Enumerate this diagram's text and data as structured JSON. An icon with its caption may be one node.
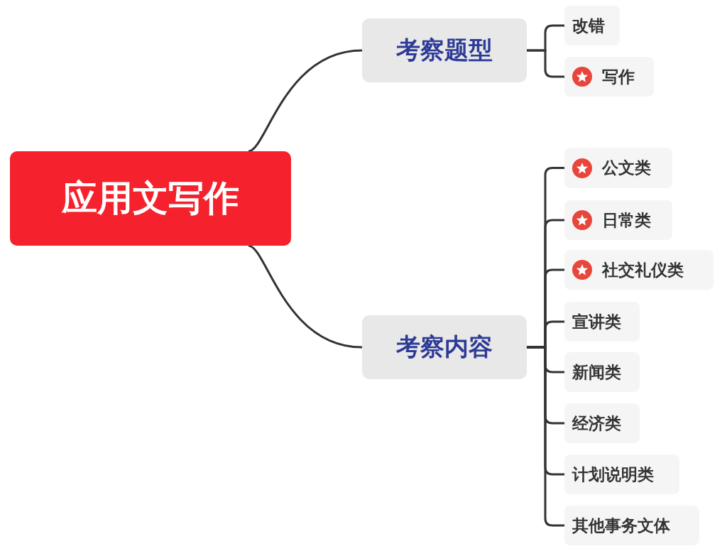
{
  "diagram": {
    "nodes": [
      {
        "text": [
          "应用文写作"
        ]
      },
      {
        "text": [
          "考察题型"
        ]
      },
      {
        "text": [
          "改错"
        ]
      },
      {
        "text": [
          "写作"
        ]
      },
      {
        "text": [
          "考察内容"
        ]
      },
      {
        "text": [
          "公文类"
        ]
      },
      {
        "text": [
          "日常类"
        ]
      },
      {
        "text": [
          "社交礼仪类"
        ]
      },
      {
        "text": [
          "宣讲类"
        ]
      },
      {
        "text": [
          "新闻类"
        ]
      },
      {
        "text": [
          "经济类"
        ]
      },
      {
        "text": [
          "计划说明类"
        ]
      },
      {
        "text": [
          "其他事务文体"
        ]
      }
    ],
    "edges": [
      {
        "from": 0,
        "to": 1,
        "arrow": "none"
      },
      {
        "from": 0,
        "to": 4,
        "arrow": "none"
      },
      {
        "from": 1,
        "to": 2,
        "arrow": "none"
      },
      {
        "from": 1,
        "to": 3,
        "arrow": "none"
      },
      {
        "from": 4,
        "to": 5,
        "arrow": "none"
      },
      {
        "from": 4,
        "to": 6,
        "arrow": "none"
      },
      {
        "from": 4,
        "to": 7,
        "arrow": "none"
      },
      {
        "from": 4,
        "to": 8,
        "arrow": "none"
      },
      {
        "from": 4,
        "to": 9,
        "arrow": "none"
      },
      {
        "from": 4,
        "to": 10,
        "arrow": "none"
      },
      {
        "from": 4,
        "to": 11,
        "arrow": "none"
      },
      {
        "from": 4,
        "to": 12,
        "arrow": "none"
      }
    ]
  }
}
